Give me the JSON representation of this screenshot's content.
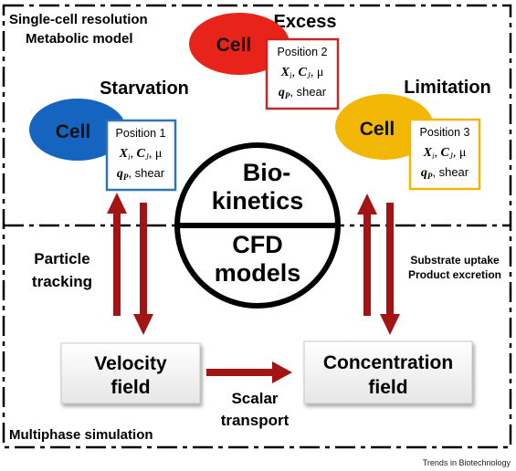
{
  "top_label_line1": "Single-cell resolution",
  "top_label_line2": "Metabolic model",
  "bottom_label": "Multiphase simulation",
  "credit": "Trends in Biotechnology",
  "states": {
    "starvation": "Starvation",
    "excess": "Excess",
    "limitation": "Limitation"
  },
  "cell_label": "Cell",
  "positions": {
    "p1": "Position 1",
    "p2": "Position 2",
    "p3": "Position 3"
  },
  "vars_line1": "X_i, C_J, μ",
  "vars_line2_suffix": ", shear",
  "center": {
    "top_line1": "Bio-",
    "top_line2": "kinetics",
    "bottom_line1": "CFD",
    "bottom_line2": "models"
  },
  "left_arrow_label_line1": "Particle",
  "left_arrow_label_line2": "tracking",
  "right_arrow_label_line1": "Substrate uptake",
  "right_arrow_label_line2": "Product excretion",
  "boxes": {
    "velocity_line1": "Velocity",
    "velocity_line2": "field",
    "concentration_line1": "Concentration",
    "concentration_line2": "field"
  },
  "scalar_line1": "Scalar",
  "scalar_line2": "transport",
  "colors": {
    "cell_blue": "#1565c0",
    "cell_red": "#e8231a",
    "cell_yellow": "#f2b705",
    "arrow_red": "#a31515",
    "box_blue": "#2f75b5",
    "box_red": "#c62828",
    "box_yellow": "#f2b705"
  }
}
